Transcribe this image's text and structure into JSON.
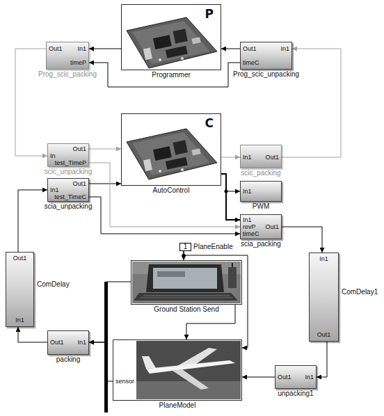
{
  "diagram": {
    "nodes": [
      {
        "text": [
          "P",
          "Programmer"
        ]
      },
      {
        "text": [
          "Out1",
          "In1",
          "timeP",
          "Prog_scic_packing"
        ]
      },
      {
        "text": [
          "Out1",
          "In1",
          "timeC",
          "Prog_scic_unpacking"
        ]
      },
      {
        "text": [
          "C",
          "AutoControl"
        ]
      },
      {
        "text": [
          "In1",
          "Out1",
          "scic_packing"
        ]
      },
      {
        "text": [
          "Out1",
          "In",
          "test_TimeP",
          "scic_unpacking"
        ]
      },
      {
        "text": [
          "Out1",
          "In1",
          "test_TimeC",
          "scia_unpacking"
        ]
      },
      {
        "text": [
          "In1",
          "PWM"
        ]
      },
      {
        "text": [
          "In1",
          "revP",
          "Out1",
          "timeC",
          "scia_packing"
        ]
      },
      {
        "text": [
          "Out1",
          "ComDelay",
          "In1"
        ]
      },
      {
        "text": [
          "In1",
          "ComDelay1",
          "Out1"
        ]
      },
      {
        "text": [
          "1",
          "PlaneEnable"
        ]
      },
      {
        "text": [
          "Ground Station Send"
        ]
      },
      {
        "text": [
          "Out1",
          "In1",
          "packing"
        ]
      },
      {
        "text": [
          "sensor",
          "PlaneModel"
        ]
      },
      {
        "text": [
          "Out1",
          "In1",
          "unpacking1"
        ]
      }
    ],
    "edges": [
      {
        "from": 0,
        "to": 1,
        "arrow": "to"
      },
      {
        "from": 2,
        "to": 0,
        "arrow": "to"
      },
      {
        "from": 2,
        "to": 1,
        "arrow": "to"
      },
      {
        "from": 1,
        "to": 5,
        "arrow": "to"
      },
      {
        "from": 4,
        "to": 2,
        "arrow": "to"
      },
      {
        "from": 5,
        "to": 3,
        "arrow": "to"
      },
      {
        "from": 3,
        "to": 4,
        "arrow": "to"
      },
      {
        "from": 6,
        "to": 3,
        "arrow": "to"
      },
      {
        "from": 3,
        "to": 7,
        "arrow": "to"
      },
      {
        "from": 3,
        "to": 8,
        "arrow": "to"
      },
      {
        "from": 5,
        "to": 8,
        "arrow": "to"
      },
      {
        "from": 6,
        "to": 8,
        "arrow": "to"
      },
      {
        "from": 8,
        "to": 10,
        "arrow": "to"
      },
      {
        "from": 10,
        "to": 15,
        "arrow": "to"
      },
      {
        "from": 15,
        "to": 14,
        "arrow": "to"
      },
      {
        "from": 11,
        "to": 12,
        "arrow": "to"
      },
      {
        "from": 11,
        "to": 14,
        "arrow": "to"
      },
      {
        "from": 12,
        "to": 14,
        "arrow": "to"
      },
      {
        "from": 12,
        "to": 13,
        "arrow": "to"
      },
      {
        "from": 14,
        "to": 13,
        "arrow": "to"
      },
      {
        "from": 13,
        "to": 9,
        "arrow": "to"
      },
      {
        "from": 9,
        "to": 6,
        "arrow": "to"
      }
    ]
  }
}
